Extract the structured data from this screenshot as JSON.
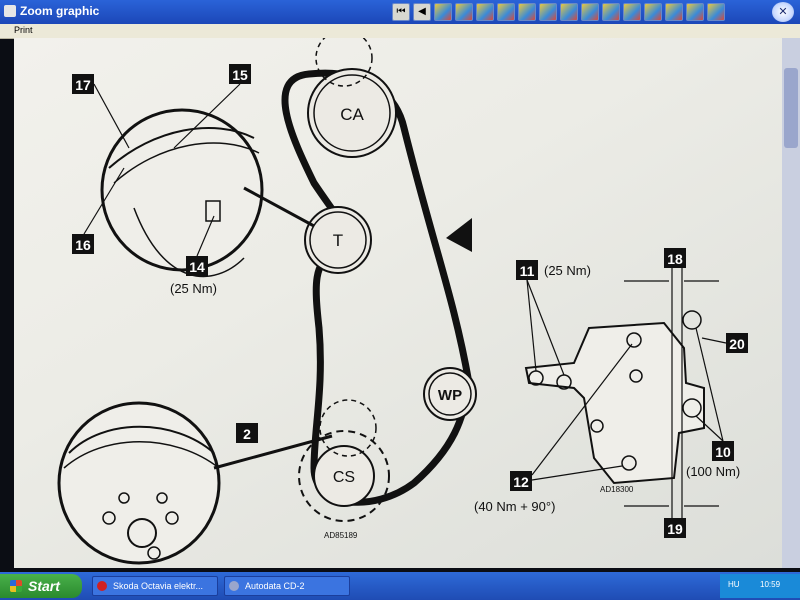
{
  "window": {
    "title": "Zoom graphic"
  },
  "menu": {
    "print": "Print"
  },
  "toolbar": {
    "icons": [
      "first-page-icon",
      "prev-page-icon",
      "tool-icon",
      "tool-icon",
      "tool-icon",
      "tool-icon",
      "tool-icon",
      "tool-icon",
      "tool-icon",
      "tool-icon",
      "tool-icon",
      "tool-icon",
      "tool-icon",
      "tool-icon",
      "tool-icon",
      "tool-icon"
    ]
  },
  "diagram": {
    "pulleys": {
      "ca": "CA",
      "t": "T",
      "wp": "WP",
      "cs": "CS"
    },
    "callouts": {
      "c17": "17",
      "c15": "15",
      "c16": "16",
      "c14": "14",
      "c14_torque": "(25 Nm)",
      "c2": "2",
      "c11": "11",
      "c11_torque": "(25 Nm)",
      "c18": "18",
      "c20": "20",
      "c10": "10",
      "c10_torque": "(100 Nm)",
      "c12": "12",
      "c12_torque": "(40 Nm + 90°)",
      "c19": "19"
    },
    "codes": {
      "left": "AD85189",
      "right": "AD18300"
    }
  },
  "taskbar": {
    "start": "Start",
    "items": [
      "Skoda Octavia elektr...",
      "Autodata CD-2"
    ],
    "tray_lang": "HU",
    "clock": "10:59"
  }
}
